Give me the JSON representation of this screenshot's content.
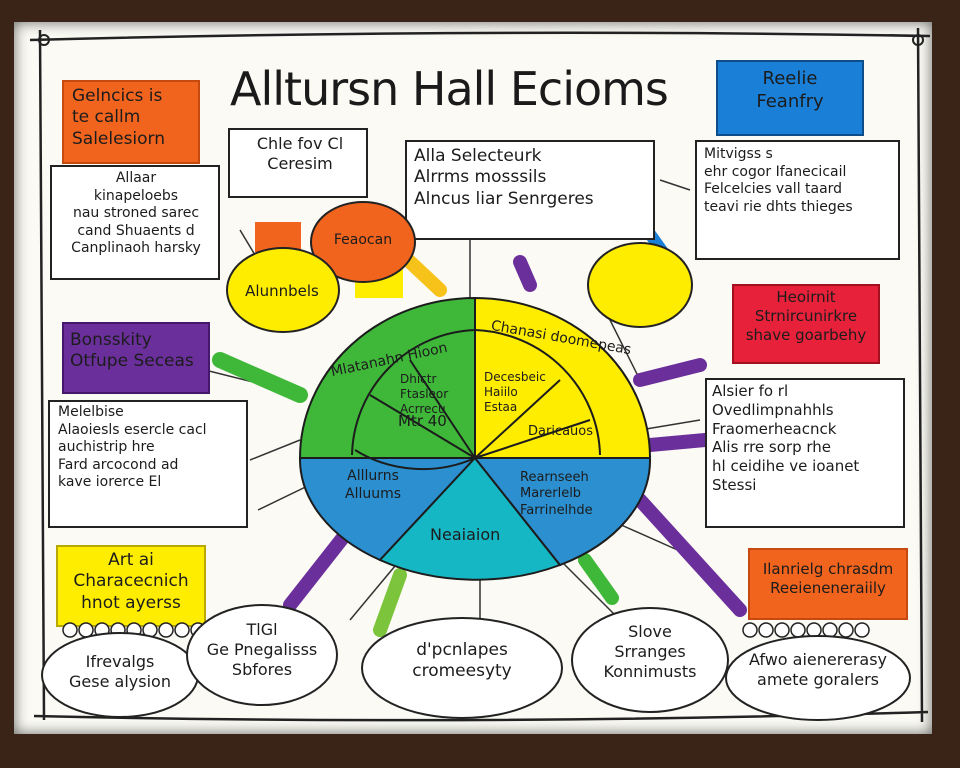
{
  "title": "Alltursn Hall Ecioms",
  "notes": {
    "top_left_orange": "Gelncics is\nte callm\nSalelesiorn",
    "left_box_1": "Allaar\nkinapeloebs\nnau stroned sarec\ncand Shuaents d\nCanplinaoh harsky",
    "left_purple": "Bonsskity\nOtfupe Seceas",
    "left_box_2": "Melelbise\nAlaoiesls esercle cacl\nauchistrip hre\nFard arcocond ad\nkave iorerce El",
    "bottom_left_yellow": "Art ai\nCharacecnich\nhnot ayerss",
    "bottom_left_oval": "Ifrevalgs\nGese alysion",
    "bottom_mid_oval_1": "TlGl\nGe Pnegalisss\nSbfores",
    "bottom_center_oval": "d'pcnlapes\ncromeesyty",
    "bottom_mid_oval_2": "Slove\nSrranges\nKonnimusts",
    "bottom_right_oval": "Afwo aienererasy\namete goralers",
    "bottom_right_orange": "Ilanrielg chrasdm\nReeieneneraiily",
    "right_box_2": "Alsier fo rl\nOvedlimpnahhls\nFraomerheacnck\nAlis rre sorp rhe\nhl ceidihe ve ioanet\nStessi",
    "right_red": "Heoirnit\nStrnircunirkre\nshave goarbehy",
    "top_right_blue": "Reelie\nFeanfry",
    "right_box_1": "Mitvigss s\nehr cogor Ifanecicail\nFelcelcies vall taard\nteavi rie dhts thieges",
    "top_mid_box": "Alla Selecteurk\nAlrrms mosssils\nAlncus liar Senrgeres",
    "top_center_box": "Chle fov Cl\nCeresim",
    "orange_bubble": "Feaocan",
    "yellow_left_circle": "Alunnbels"
  },
  "pie": {
    "green_outer": "Mlatanahn Hioon",
    "green_inner": "Dhictr\nFtasleor\nAcrrecu",
    "green_small": "Mtr  40",
    "yellow_outer": "Chanasi doomepeas",
    "yellow_inner": "Decesbeic\nHaiilo\nEstaa",
    "yellow_small": "Daricauos",
    "blue_left": "Alllurns\nAlluums",
    "teal_center": "Neaiaion",
    "blue_right": "Rearnseeh\nMarerlelb\nFarrinelhde"
  },
  "colors": {
    "orange": "#f0641e",
    "purple": "#6b2f9c",
    "red": "#e8213a",
    "blue": "#1a7fd6",
    "yellow": "#ffed00",
    "green": "#3fb83a",
    "teal": "#16b7c4",
    "pie_blue": "#2b8fd0"
  }
}
